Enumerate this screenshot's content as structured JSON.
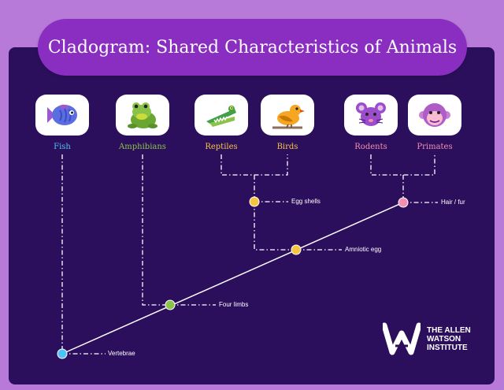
{
  "title": "Cladogram: Shared Characteristics of Animals",
  "taxa": [
    {
      "name": "Fish",
      "icon": "fish-icon",
      "color": "#4fc3f7"
    },
    {
      "name": "Amphibians",
      "icon": "frog-icon",
      "color": "#8bc34a"
    },
    {
      "name": "Reptiles",
      "icon": "crocodile-icon",
      "color": "#f5c542"
    },
    {
      "name": "Birds",
      "icon": "bird-icon",
      "color": "#f5c542"
    },
    {
      "name": "Rodents",
      "icon": "rat-icon",
      "color": "#f48fb1"
    },
    {
      "name": "Primates",
      "icon": "monkey-icon",
      "color": "#f48fb1"
    }
  ],
  "traits": [
    {
      "name": "Vertebrae",
      "color": "#4fc3f7"
    },
    {
      "name": "Four limbs",
      "color": "#8bc34a"
    },
    {
      "name": "Amniotic egg",
      "color": "#f5c542"
    },
    {
      "name": "Egg shells",
      "color": "#f5c542"
    },
    {
      "name": "Hair / fur",
      "color": "#f48fb1"
    }
  ],
  "logo": {
    "line1": "THE ALLEN",
    "line2": "WATSON",
    "line3": "INSTITUTE"
  }
}
